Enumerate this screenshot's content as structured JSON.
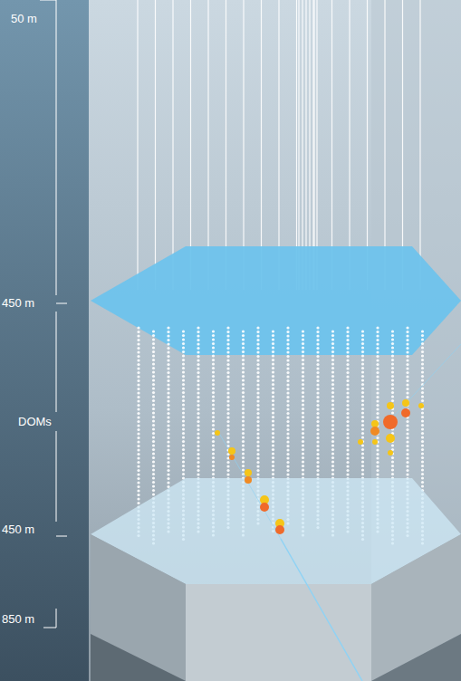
{
  "diagram": {
    "labels": [
      "50 m",
      "450 m",
      "DOMs",
      "450 m",
      "850 m"
    ]
  }
}
